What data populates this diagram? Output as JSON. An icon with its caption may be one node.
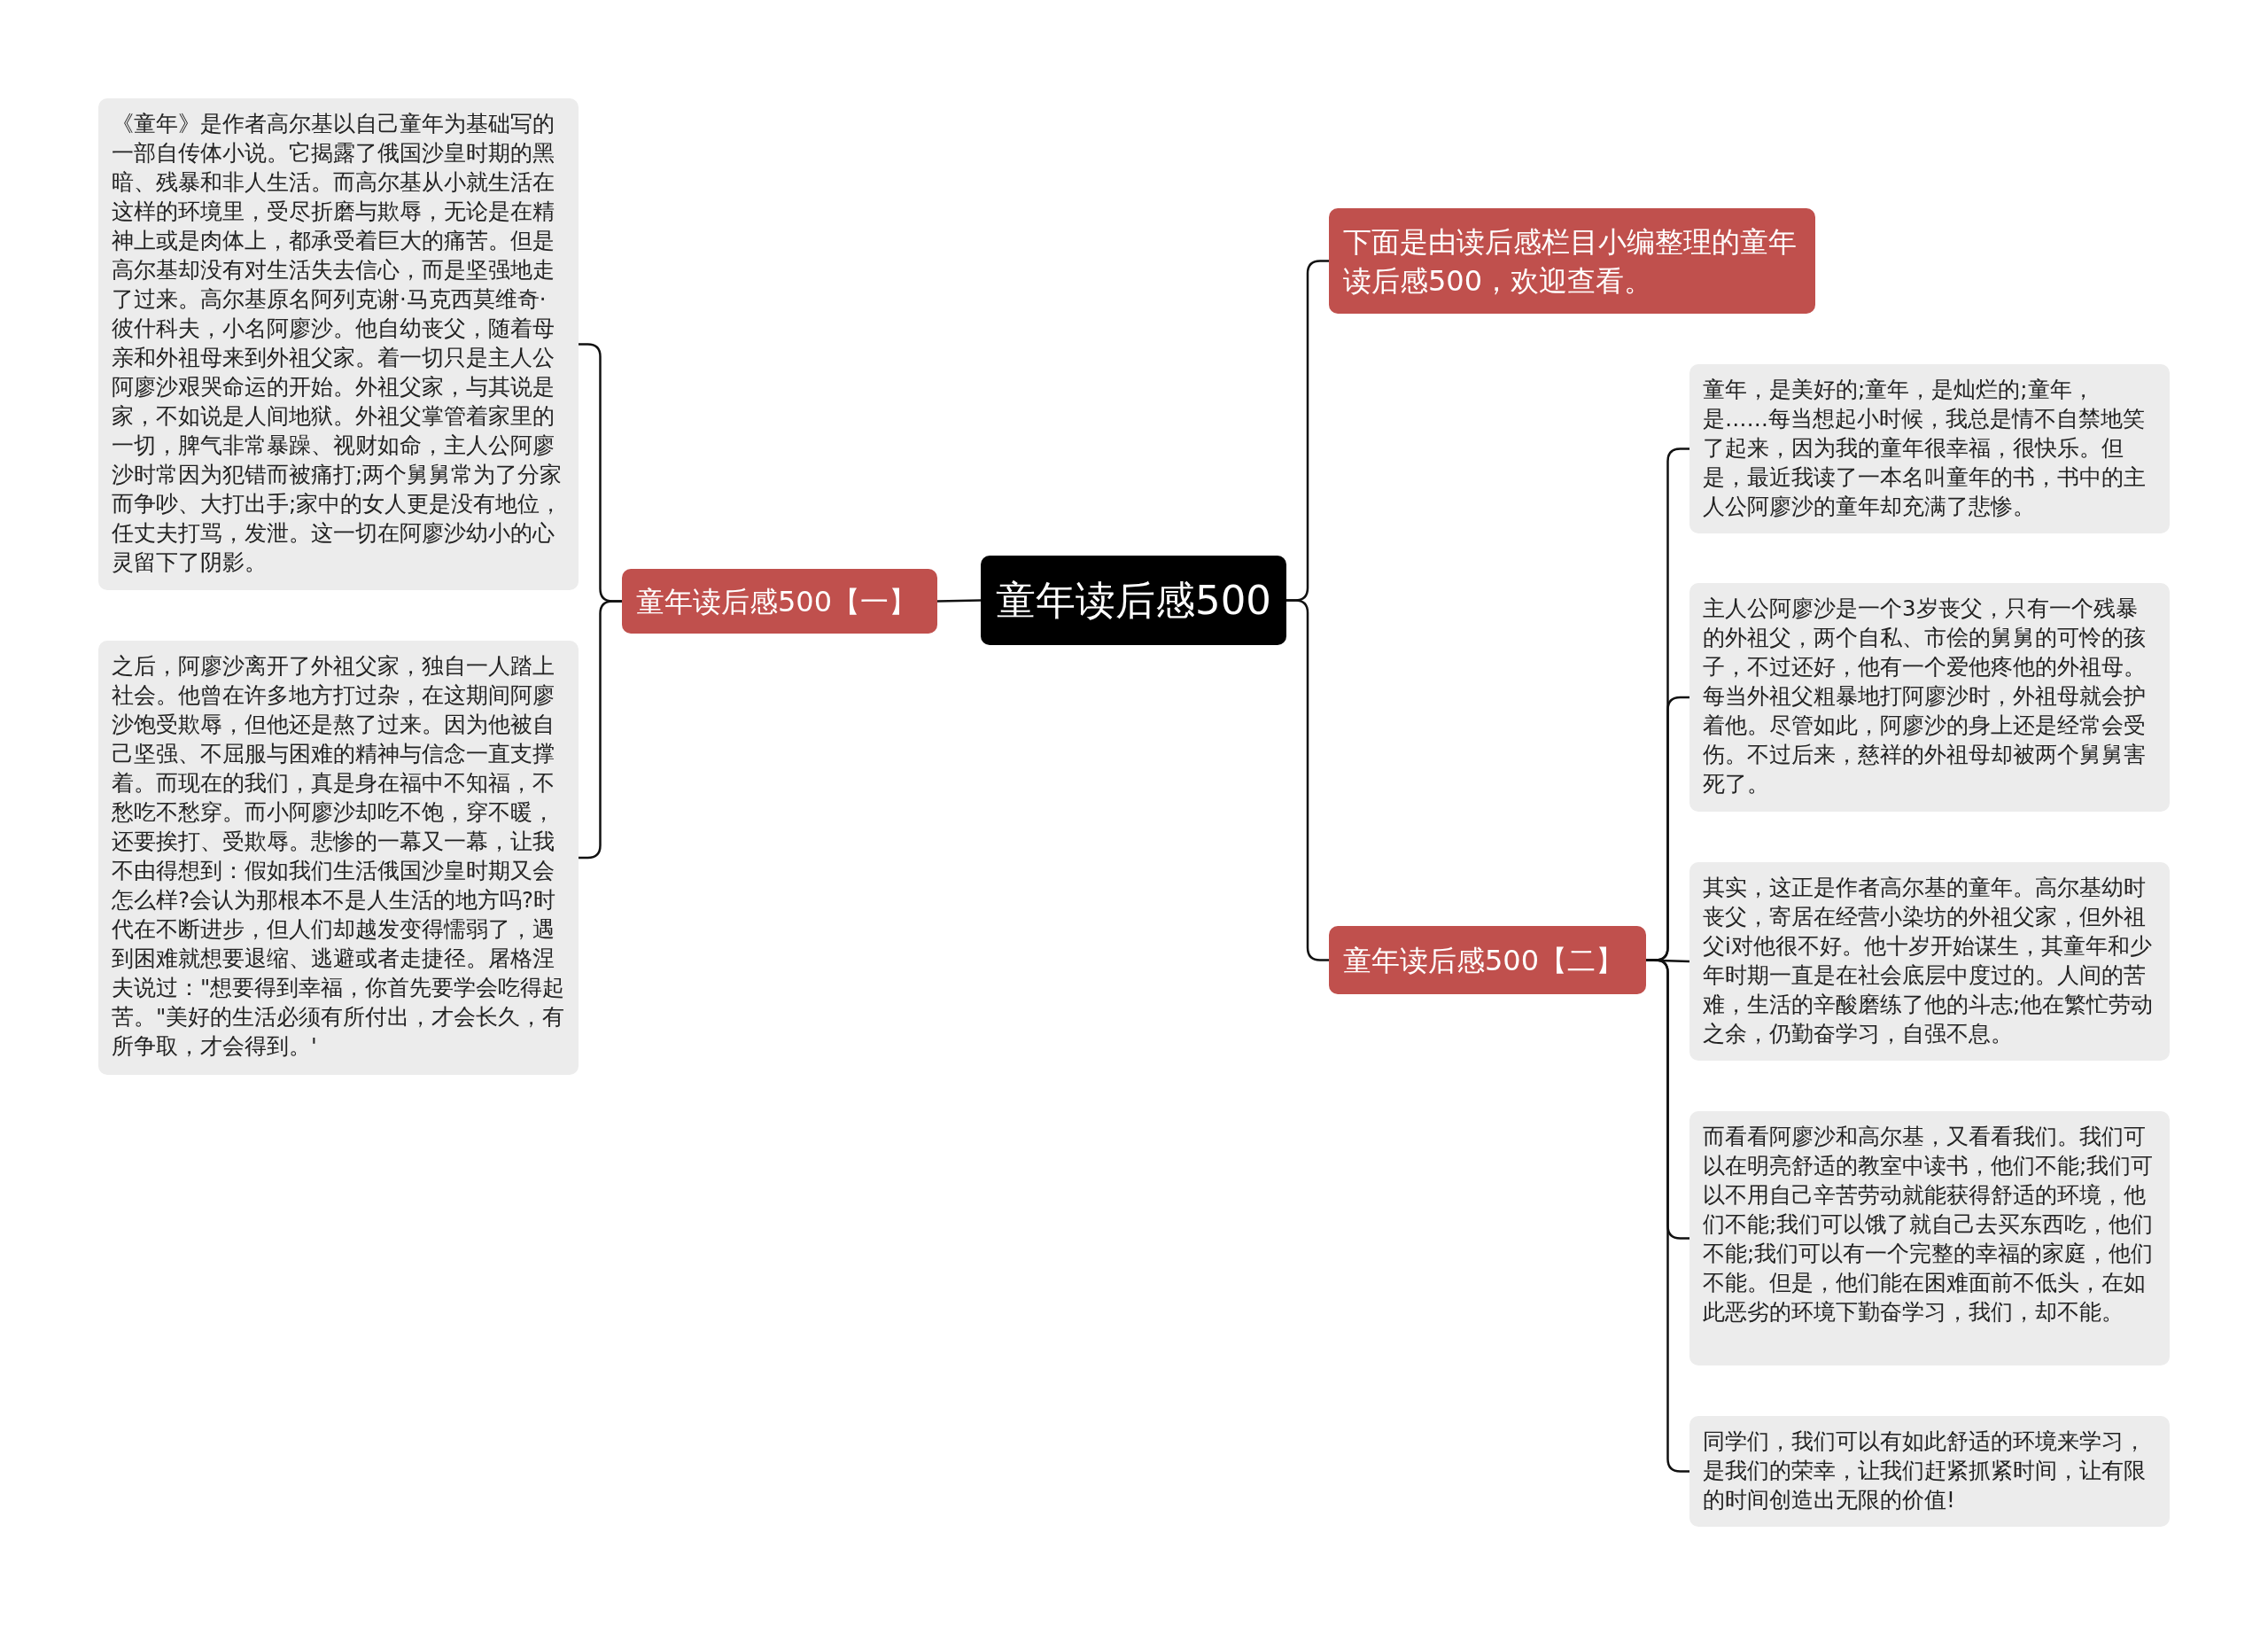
{
  "diagram": {
    "nodes": [
      {
        "text": [
          "童年读后感500"
        ]
      },
      {
        "text": [
          "童年读后感500【一】"
        ]
      },
      {
        "text": [
          "《童年》是作者高尔基以自己童年为基础写的一部自传体小说。它揭露了俄国沙皇时期的黑暗、残暴和非人生活。而高尔基从小就生活在这样的环境里，受尽折磨与欺辱，无论是在精神上或是肉体上，都承受着巨大的痛苦。但是高尔基却没有对生活失去信心，而是坚强地走了过来。高尔基原名阿列克谢·马克西莫维奇·彼什科夫，小名阿廖沙。他自幼丧父，随着母亲和外祖母来到外祖父家。着一切只是主人公阿廖沙艰哭命运的开始。外祖父家，与其说是家，不如说是人间地狱。外祖父掌管着家里的一切，脾气非常暴躁、视财如命，主人公阿廖沙时常因为犯错而被痛打;两个舅舅常为了分家而争吵、大打出手;家中的女人更是没有地位，任丈夫打骂，发泄。这一切在阿廖沙幼小的心灵留下了阴影。"
        ]
      },
      {
        "text": [
          "之后，阿廖沙离开了外祖父家，独自一人踏上社会。他曾在许多地方打过杂，在这期间阿廖沙饱受欺辱，但他还是熬了过来。因为他被自己坚强、不屈服与困难的精神与信念一直支撑着。而现在的我们，真是身在福中不知福，不愁吃不愁穿。而小阿廖沙却吃不饱，穿不暖，还要挨打、受欺辱。悲惨的一幕又一幕，让我不由得想到：假如我们生活俄国沙皇时期又会怎么样?会认为那根本不是人生活的地方吗?时代在不断进步，但人们却越发变得懦弱了，遇到困难就想要退缩、逃避或者走捷径。屠格涅夫说过：\"想要得到幸福，你首先要学会吃得起苦。\"美好的生活必须有所付出，才会长久，有所争取，才会得到。'"
        ]
      },
      {
        "text": [
          "下面是由读后感栏目小编整理的童年读后感500，欢迎查看。"
        ]
      },
      {
        "text": [
          "童年读后感500【二】"
        ]
      },
      {
        "text": [
          "童年，是美好的;童年，是灿烂的;童年，是……每当想起小时候，我总是情不自禁地笑了起来，因为我的童年很幸福，很快乐。但是，最近我读了一本名叫童年的书，书中的主人公阿廖沙的童年却充满了悲惨。"
        ]
      },
      {
        "text": [
          "主人公阿廖沙是一个3岁丧父，只有一个残暴的外祖父，两个自私、市侩的舅舅的可怜的孩子，不过还好，他有一个爱他疼他的外祖母。每当外祖父粗暴地打阿廖沙时，外祖母就会护着他。尽管如此，阿廖沙的身上还是经常会受伤。不过后来，慈祥的外祖母却被两个舅舅害死了。"
        ]
      },
      {
        "text": [
          "其实，这正是作者高尔基的童年。高尔基幼时丧父，寄居在经营小染坊的外祖父家，但外祖父i对他很不好。他十岁开始谋生，其童年和少年时期一直是在社会底层中度过的。人间的苦难，生活的辛酸磨练了他的斗志;他在繁忙劳动之余，仍勤奋学习，自强不息。"
        ]
      },
      {
        "text": [
          "而看看阿廖沙和高尔基，又看看我们。我们可以在明亮舒适的教室中读书，他们不能;我们可以不用自己辛苦劳动就能获得舒适的环境，他们不能;我们可以饿了就自己去买东西吃，他们不能;我们可以有一个完整的幸福的家庭，他们不能。但是，他们能在困难面前不低头，在如此恶劣的环境下勤奋学习，我们，却不能。"
        ]
      },
      {
        "text": [
          "同学们，我们可以有如此舒适的环境来学习，是我们的荣幸，让我们赶紧抓紧时间，让有限的时间创造出无限的价值!"
        ]
      }
    ],
    "edges": [
      {
        "from": 0,
        "to": 1,
        "arrow": "none"
      },
      {
        "from": 1,
        "to": 2,
        "arrow": "none"
      },
      {
        "from": 1,
        "to": 3,
        "arrow": "none"
      },
      {
        "from": 0,
        "to": 4,
        "arrow": "none"
      },
      {
        "from": 0,
        "to": 5,
        "arrow": "none"
      },
      {
        "from": 5,
        "to": 6,
        "arrow": "none"
      },
      {
        "from": 5,
        "to": 7,
        "arrow": "none"
      },
      {
        "from": 5,
        "to": 8,
        "arrow": "none"
      },
      {
        "from": 5,
        "to": 9,
        "arrow": "none"
      },
      {
        "from": 5,
        "to": 10,
        "arrow": "none"
      }
    ]
  }
}
